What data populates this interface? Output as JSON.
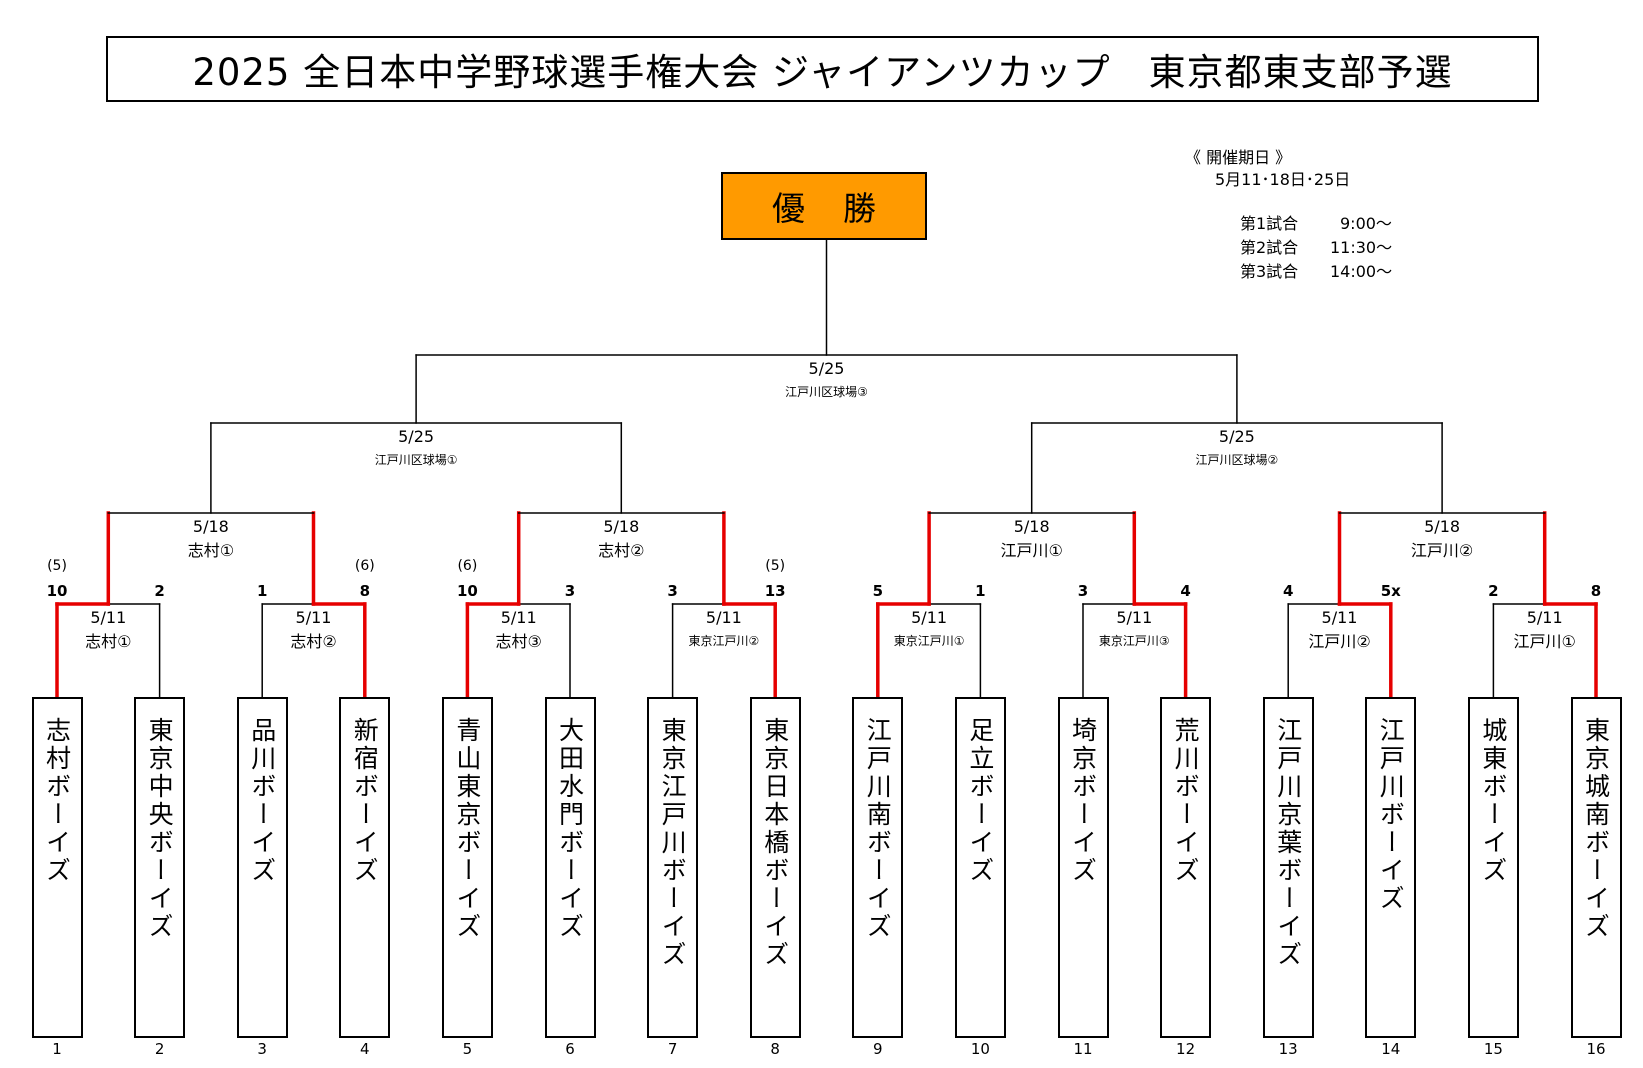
{
  "title": "2025 全日本中学野球選手権大会 ジャイアンツカップ　東京都東支部予選",
  "winner_label": "優勝",
  "schedule": {
    "heading": "《 開催期日 》",
    "dates": "5月11･18日･25日",
    "games": [
      {
        "label": "第1試合",
        "time": "9:00～"
      },
      {
        "label": "第2試合",
        "time": "11:30～"
      },
      {
        "label": "第3試合",
        "time": "14:00～"
      }
    ]
  },
  "teams": [
    {
      "no": "1",
      "name": "志村ボーイズ"
    },
    {
      "no": "2",
      "name": "東京中央ボーイズ"
    },
    {
      "no": "3",
      "name": "品川ボーイズ"
    },
    {
      "no": "4",
      "name": "新宿ボーイズ"
    },
    {
      "no": "5",
      "name": "青山東京ボーイズ"
    },
    {
      "no": "6",
      "name": "大田水門ボーイズ"
    },
    {
      "no": "7",
      "name": "東京江戸川ボーイズ"
    },
    {
      "no": "8",
      "name": "東京日本橋ボーイズ"
    },
    {
      "no": "9",
      "name": "江戸川南ボーイズ"
    },
    {
      "no": "10",
      "name": "足立ボーイズ"
    },
    {
      "no": "11",
      "name": "埼京ボーイズ"
    },
    {
      "no": "12",
      "name": "荒川ボーイズ"
    },
    {
      "no": "13",
      "name": "江戸川京葉ボーイズ"
    },
    {
      "no": "14",
      "name": "江戸川ボーイズ"
    },
    {
      "no": "15",
      "name": "城東ボーイズ"
    },
    {
      "no": "16",
      "name": "東京城南ボーイズ"
    }
  ],
  "round1": [
    {
      "date": "5/11",
      "venue": "志村①",
      "score_left": "10",
      "score_right": "2",
      "seed_left": "(5)",
      "seed_right": "",
      "winner": "left"
    },
    {
      "date": "5/11",
      "venue": "志村②",
      "score_left": "1",
      "score_right": "8",
      "seed_left": "",
      "seed_right": "(6)",
      "winner": "right"
    },
    {
      "date": "5/11",
      "venue": "志村③",
      "score_left": "10",
      "score_right": "3",
      "seed_left": "(6)",
      "seed_right": "",
      "winner": "left"
    },
    {
      "date": "5/11",
      "venue": "東京江戸川②",
      "score_left": "3",
      "score_right": "13",
      "seed_left": "",
      "seed_right": "(5)",
      "winner": "right"
    },
    {
      "date": "5/11",
      "venue": "東京江戸川①",
      "score_left": "5",
      "score_right": "1",
      "seed_left": "",
      "seed_right": "",
      "winner": "left"
    },
    {
      "date": "5/11",
      "venue": "東京江戸川③",
      "score_left": "3",
      "score_right": "4",
      "seed_left": "",
      "seed_right": "",
      "winner": "right"
    },
    {
      "date": "5/11",
      "venue": "江戸川②",
      "score_left": "4",
      "score_right": "5x",
      "seed_left": "",
      "seed_right": "",
      "winner": "right"
    },
    {
      "date": "5/11",
      "venue": "江戸川①",
      "score_left": "2",
      "score_right": "8",
      "seed_left": "",
      "seed_right": "",
      "winner": "right"
    }
  ],
  "round2": [
    {
      "date": "5/18",
      "venue": "志村①",
      "winner": "both"
    },
    {
      "date": "5/18",
      "venue": "志村②",
      "winner": "both"
    },
    {
      "date": "5/18",
      "venue": "江戸川①",
      "winner": "both"
    },
    {
      "date": "5/18",
      "venue": "江戸川②",
      "winner": "both"
    }
  ],
  "round3": [
    {
      "date": "5/25",
      "venue": "江戸川区球場①"
    },
    {
      "date": "5/25",
      "venue": "江戸川区球場②"
    }
  ],
  "final": {
    "date": "5/25",
    "venue": "江戸川区球場③"
  },
  "colors": {
    "winner_bg": "#ff9a00",
    "win_line": "#e60000",
    "line": "#000000"
  }
}
